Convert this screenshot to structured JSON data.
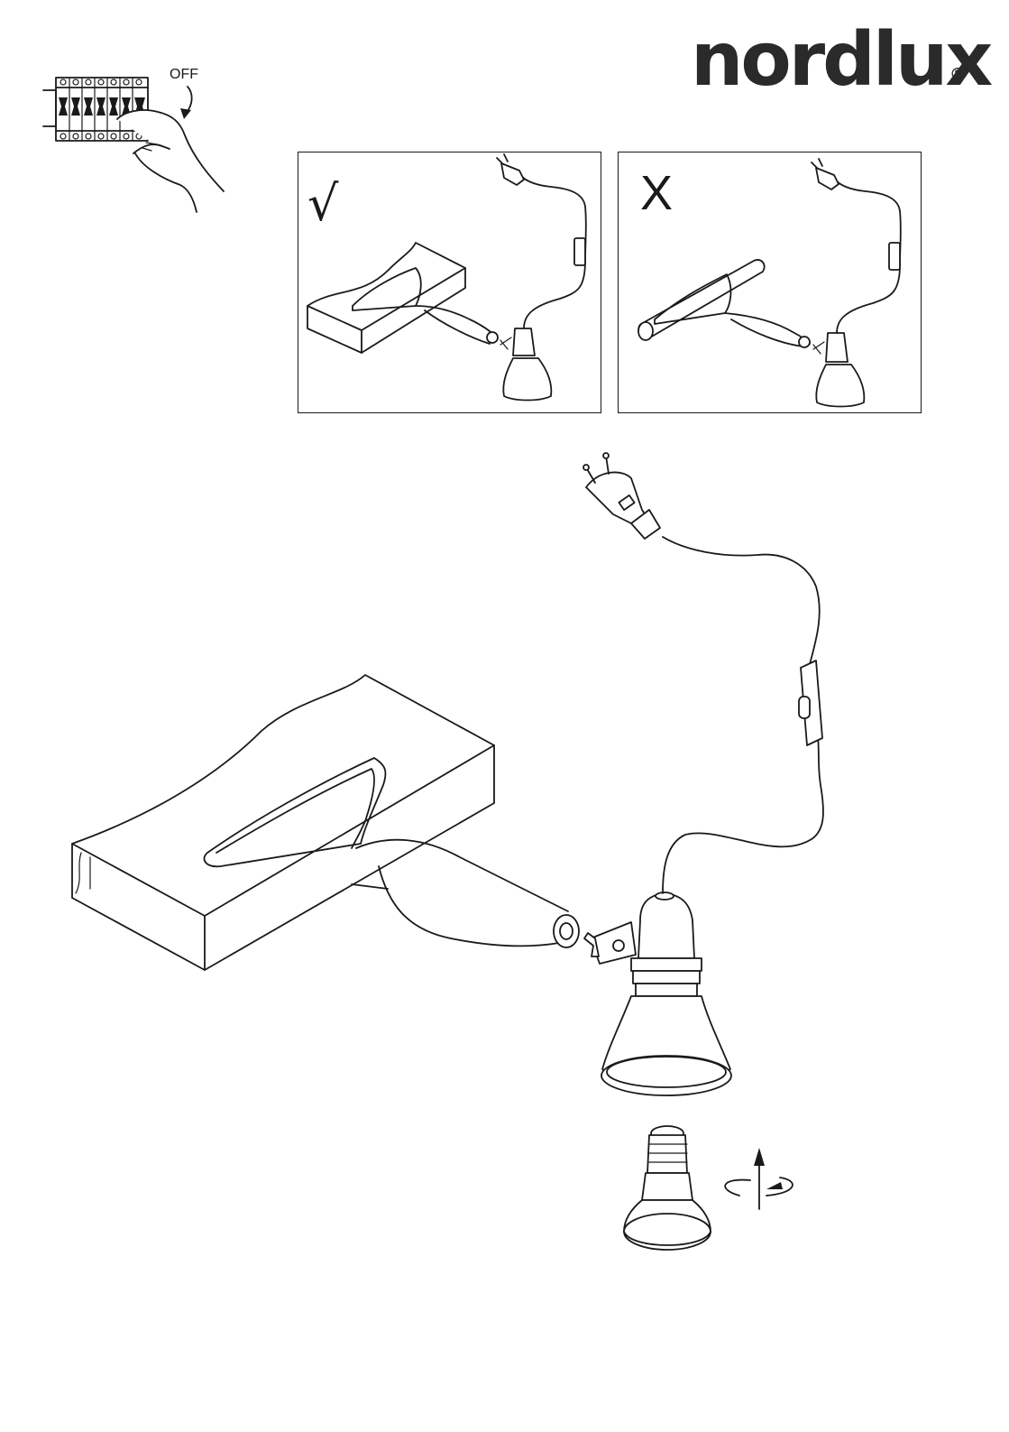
{
  "brand": {
    "name": "nordlux",
    "registered_mark": "®"
  },
  "power_step": {
    "switch_label": "OFF"
  },
  "correct_panel": {
    "mark": "√"
  },
  "wrong_panel": {
    "mark": "X"
  },
  "icons": [
    "circuit-breaker-icon",
    "hand-icon",
    "rotate-arrow-icon",
    "plug-icon",
    "switch-icon",
    "lamp-shade-icon",
    "bulb-icon",
    "clamp-icon"
  ]
}
